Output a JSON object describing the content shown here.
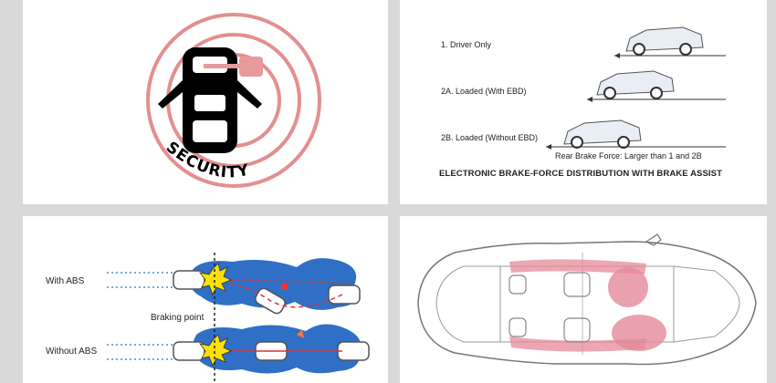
{
  "security": {
    "logo_text": "SECURITY"
  },
  "ebd": {
    "row1_label": "1. Driver Only",
    "row2_label": "2A. Loaded (With EBD)",
    "row3_label": "2B. Loaded (Without EBD)",
    "note": "Rear Brake Force: Larger than 1 and 2B",
    "caption": "ELECTRONIC BRAKE-FORCE DISTRIBUTION WITH BRAKE ASSIST"
  },
  "abs": {
    "with_label": "With ABS",
    "braking_point_label": "Braking point",
    "without_label": "Without  ABS"
  },
  "airbags": {}
}
